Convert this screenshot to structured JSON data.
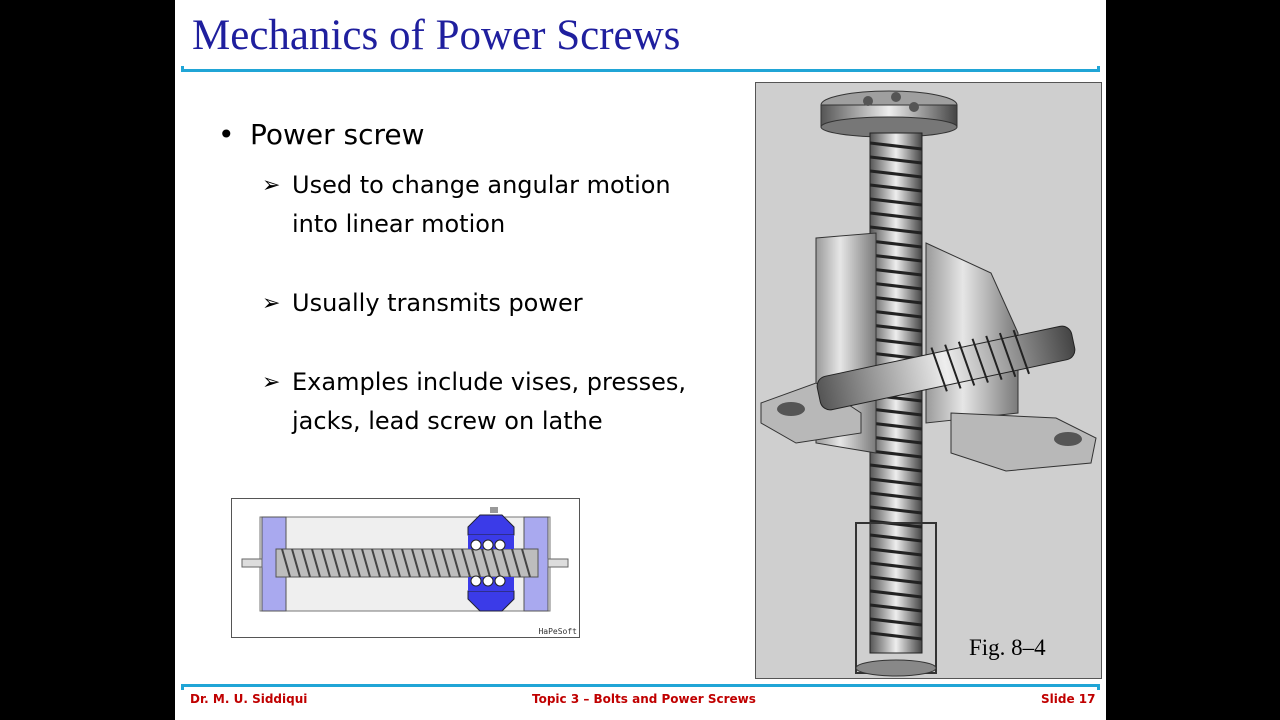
{
  "slide": {
    "title": "Mechanics of Power Screws",
    "bullet": {
      "marker": "•",
      "text": "Power screw"
    },
    "sub_bullets": [
      {
        "marker": "➢",
        "text": "Used to change angular motion into linear motion"
      },
      {
        "marker": "➢",
        "text": "Usually transmits power"
      },
      {
        "marker": "➢",
        "text": "Examples include vises, presses, jacks, lead screw on lathe"
      }
    ],
    "figure_label": "Fig. 8–4",
    "animation_brand": "HaPeSoft"
  },
  "footer": {
    "author": "Dr. M. U. Siddiqui",
    "topic": "Topic 3 – Bolts and Power Screws",
    "slide_number": "Slide 17"
  },
  "colors": {
    "title": "#1f1f9e",
    "rule": "#20a5d6",
    "footer_text": "#c00000",
    "end_block": "#a9a9ef",
    "nut": "#3b3be8"
  }
}
